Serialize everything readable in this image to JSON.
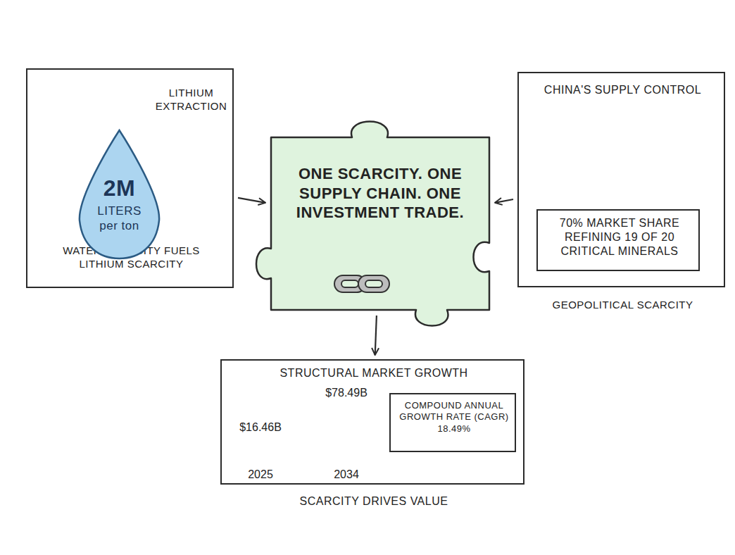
{
  "diagram": {
    "nodes": [
      {
        "text": [
          "LITHIUM EXTRACTION",
          "WATER SCARCITY FUELS LITHIUM SCARCITY"
        ]
      },
      {
        "text": [
          "2M",
          "LITERS per ton"
        ],
        "in": 0
      },
      {
        "text": [
          "ONE SCARCITY. ONE SUPPLY CHAIN. ONE INVESTMENT TRADE."
        ]
      },
      {
        "text": [
          "CHINA'S SUPPLY CONTROL",
          "GEOPOLITICAL SCARCITY"
        ]
      },
      {
        "text": [
          "70% MARKET SHARE REFINING 19 OF 20 CRITICAL MINERALS"
        ],
        "in": 3
      },
      {
        "text": [
          "STRUCTURAL MARKET GROWTH",
          "SCARCITY DRIVES VALUE"
        ]
      },
      {
        "text": [
          "COMPOUND ANNUAL GROWTH RATE (CAGR) 18.49%"
        ],
        "in": 5
      }
    ],
    "edges": [
      {
        "from": 0,
        "to": 2,
        "arrow": "to"
      },
      {
        "from": 3,
        "to": 2,
        "arrow": "to"
      },
      {
        "from": 2,
        "to": 5,
        "arrow": "to"
      }
    ],
    "labels": [
      "$16.46B",
      "$78.49B",
      "2025",
      "2034"
    ]
  }
}
